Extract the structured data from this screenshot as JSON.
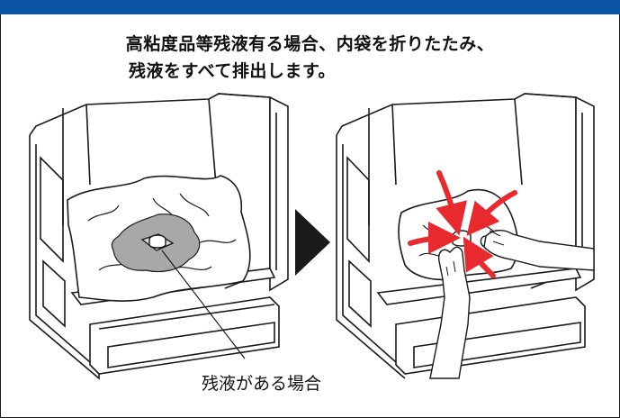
{
  "header": {
    "accent_color": "#0b54a3"
  },
  "instruction": {
    "line1": "高粘度品等残液有る場合、内袋を折りたたみ、",
    "line2": "残液をすべて排出します。"
  },
  "caption": {
    "text": "残液がある場合"
  },
  "colors": {
    "arrow_red": "#e8292e",
    "liquid_gray": "#a8a8a8",
    "outline": "#1a1a1a"
  }
}
